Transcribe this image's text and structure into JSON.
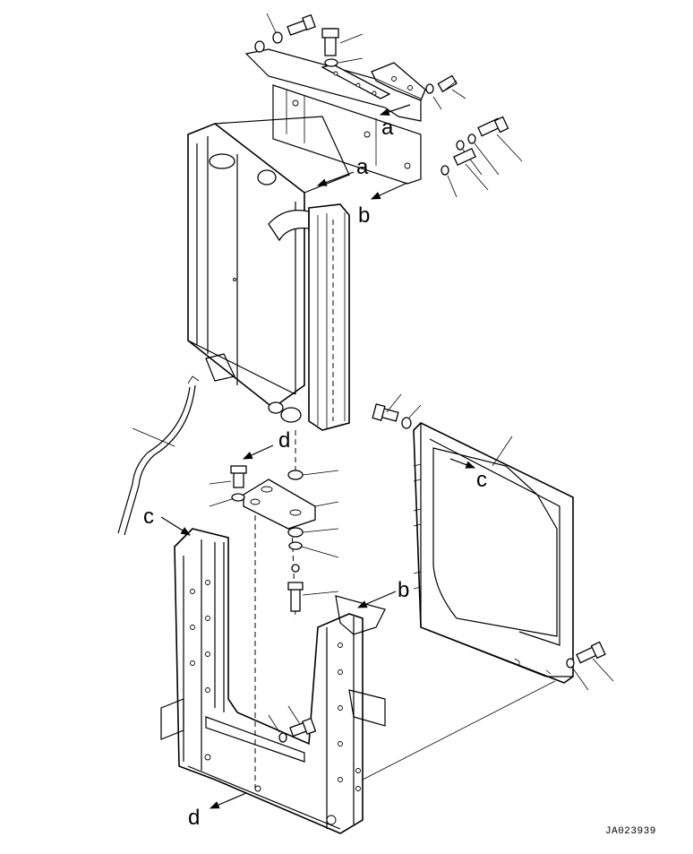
{
  "drawing_code": "JA023939",
  "callouts": {
    "a_upper": "a",
    "a_lower": "a",
    "b_upper": "b",
    "b_lower": "b",
    "c_right": "c",
    "c_left": "c",
    "d_upper": "d",
    "d_lower": "d"
  }
}
